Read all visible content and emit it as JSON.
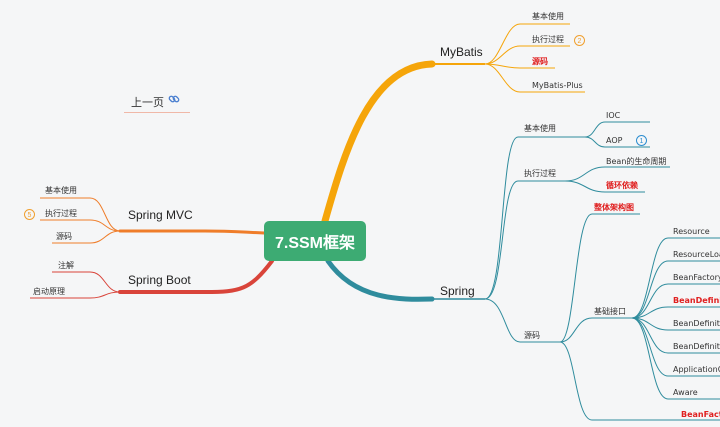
{
  "previous_page": {
    "label": "上一页",
    "icon": "link-icon"
  },
  "root": {
    "label": "7.SSM框架",
    "color": "#3dab73"
  },
  "mybatis": {
    "label": "MyBatis",
    "children": [
      {
        "label": "基本使用"
      },
      {
        "label": "执行过程",
        "badge": "2"
      },
      {
        "label": "源码",
        "highlight": true
      },
      {
        "label": "MyBatis-Plus"
      }
    ]
  },
  "spring": {
    "label": "Spring",
    "groups": {
      "basic": {
        "label": "基本使用",
        "children": [
          "IOC",
          "AOP"
        ],
        "badge": "1"
      },
      "process": {
        "label": "执行过程",
        "children": [
          "Bean的生命周期",
          "循环依赖"
        ]
      },
      "source": {
        "label": "源码",
        "overview": "整体架构图",
        "interfaces": {
          "label": "基础接口",
          "items": [
            "Resource",
            "ResourceLoa",
            "BeanFactory",
            "BeanDefiniti",
            "BeanDefiniti",
            "BeanDefiniti",
            "ApplicationC",
            "Aware"
          ]
        },
        "more": "BeanFacto"
      }
    }
  },
  "spring_mvc": {
    "label": "Spring MVC",
    "children": [
      "基本使用",
      "执行过程",
      "源码"
    ],
    "badge": "5"
  },
  "spring_boot": {
    "label": "Spring Boot",
    "children": [
      "注解",
      "启动原理"
    ]
  },
  "colors": {
    "mybatis": "#f5a50a",
    "spring": "#2f8c9d",
    "spring_mvc": "#ef7d2a",
    "spring_boot": "#d9443a",
    "highlight": "#e02020"
  }
}
